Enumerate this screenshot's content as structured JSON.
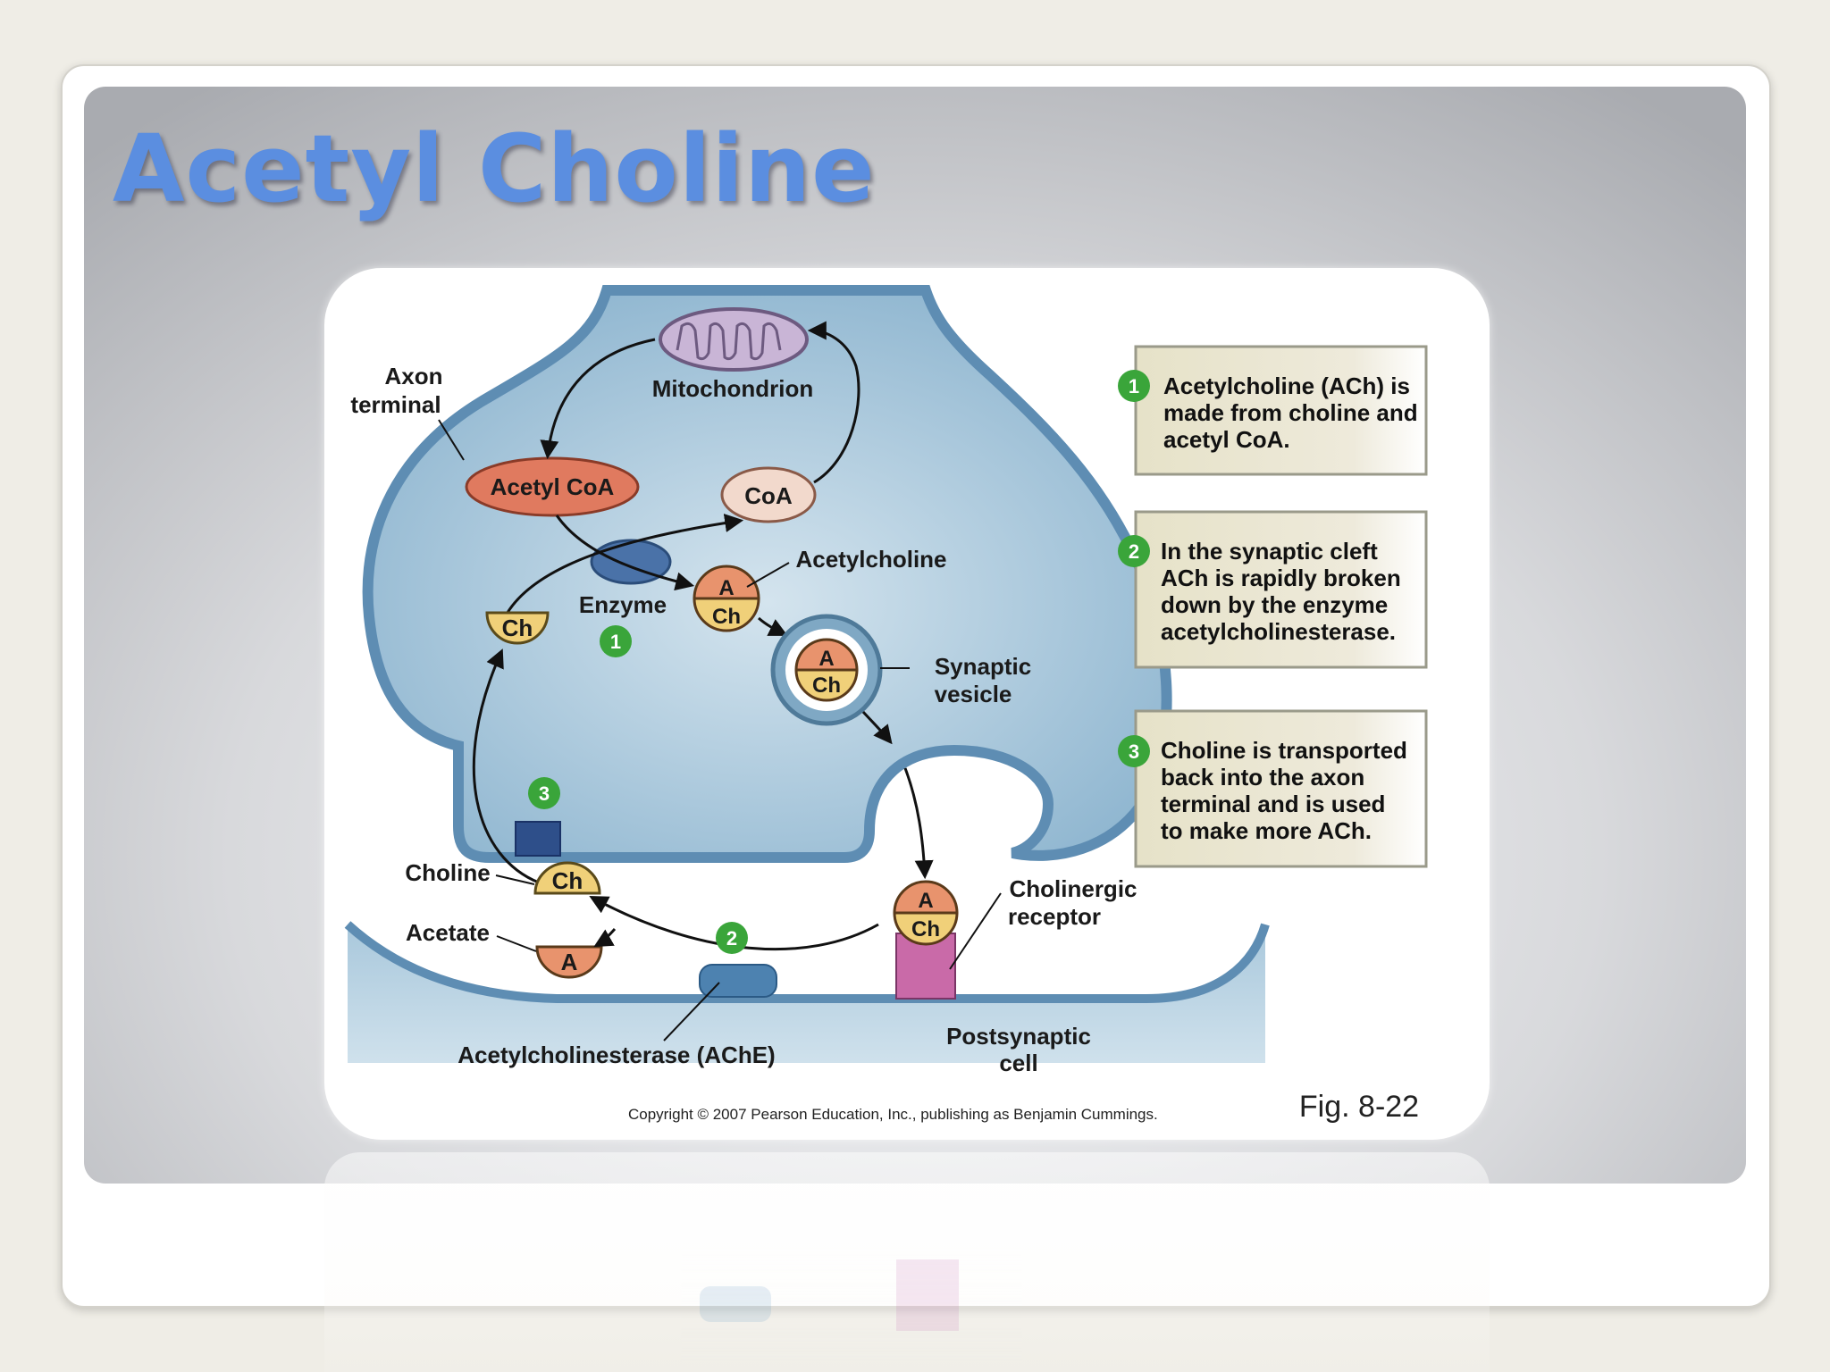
{
  "slide": {
    "title": "Acetyl Choline"
  },
  "figure": {
    "labels": {
      "axon_terminal": [
        "Axon",
        "terminal"
      ],
      "mitochondrion": "Mitochondrion",
      "acetyl_coa": "Acetyl CoA",
      "coa": "CoA",
      "acetylcholine": "Acetylcholine",
      "enzyme": "Enzyme",
      "synaptic_vesicle": [
        "Synaptic",
        "vesicle"
      ],
      "choline": "Choline",
      "acetate": "Acetate",
      "ache": "Acetylcholinesterase (AChE)",
      "cholinergic_receptor": [
        "Cholinergic",
        "receptor"
      ],
      "postsynaptic_cell": [
        "Postsynaptic",
        "cell"
      ],
      "a": "A",
      "ch": "Ch"
    },
    "step_numbers": [
      "1",
      "2",
      "3"
    ],
    "steps": [
      {
        "number": "1",
        "lines": [
          [
            "Acetylcholine",
            " (ACh) is"
          ],
          [
            "",
            "made from choline and"
          ],
          [
            "",
            "acetyl CoA."
          ]
        ]
      },
      {
        "number": "2",
        "lines": [
          [
            "",
            "In the synaptic cleft"
          ],
          [
            "",
            "ACh is rapidly broken"
          ],
          [
            "",
            "down by the enzyme"
          ],
          [
            "acetylcholinesterase.",
            ""
          ]
        ]
      },
      {
        "number": "3",
        "lines": [
          [
            "",
            "Choline is transported"
          ],
          [
            "",
            "back into the axon"
          ],
          [
            "",
            "terminal and is used"
          ],
          [
            "",
            "to make more ACh."
          ]
        ]
      }
    ],
    "copyright": "Copyright © 2007 Pearson Education, Inc., publishing as Benjamin Cummings.",
    "fig_number": "Fig. 8-22"
  },
  "colors": {
    "title": "#5b8ee0",
    "cell_fill": "#a9c8dc",
    "membrane": "#5e8db3",
    "acetyl_coa": "#e07a5f",
    "coa": "#f2d9cc",
    "enzyme": "#4a72a8",
    "choline_half": "#f0d079",
    "acetyl_half": "#e8936d",
    "step_badge": "#3aa53a",
    "receptor": "#c96aa8",
    "step_box": "#e9e6cf"
  }
}
